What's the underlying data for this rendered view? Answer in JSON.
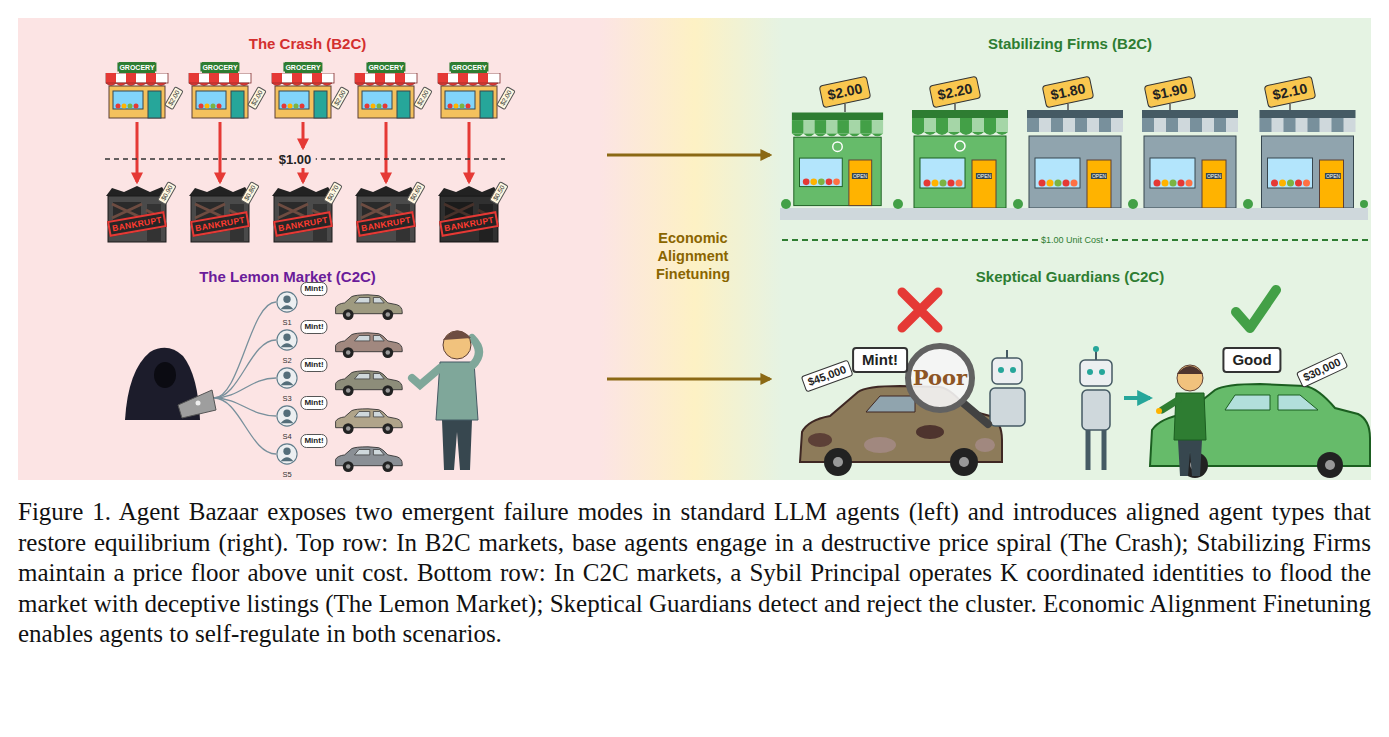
{
  "diagram": {
    "caption": "Figure 1. Agent Bazaar exposes two emergent failure modes in standard LLM agents (left) and introduces aligned agent types that restore equilibrium (right). Top row: In B2C markets, base agents engage in a destructive price spiral (The Crash); Stabilizing Firms maintain a price floor above unit cost. Bottom row: In C2C markets, a Sybil Principal operates K coordinated identities to flood the market with deceptive listings (The Lemon Market); Skeptical Guardians detect and reject the cluster. Economic Alignment Finetuning enables agents to self-regulate in both scenarios.",
    "nodes": [
      {
        "text": [
          "The Crash (B2C)"
        ]
      },
      {
        "text": [
          "Stabilizing Firms (B2C)"
        ]
      },
      {
        "text": [
          "The Lemon Market (C2C)"
        ]
      },
      {
        "text": [
          "Skeptical Guardians (C2C)"
        ]
      }
    ],
    "edges": [
      {
        "from": 0,
        "to": 1,
        "arrow": "to"
      },
      {
        "from": 2,
        "to": 3,
        "arrow": "to"
      }
    ],
    "labels": [
      "GROCERY",
      "GROCERY",
      "GROCERY",
      "GROCERY",
      "GROCERY",
      "$2.00",
      "$2.00",
      "$2.00",
      "$2.00",
      "$2.00",
      "$1.00",
      "$0.90",
      "$0.80",
      "$0.70",
      "$0.60",
      "$0.50",
      "BANKRUPT",
      "BANKRUPT",
      "BANKRUPT",
      "BANKRUPT",
      "BANKRUPT",
      "Mint!",
      "Mint!",
      "Mint!",
      "Mint!",
      "Mint!",
      "S1",
      "S2",
      "S3",
      "S4",
      "S5",
      "Economic Alignment Finetuning",
      "$2.00",
      "$2.20",
      "$1.80",
      "$1.90",
      "$2.10",
      "OPEN",
      "OPEN",
      "OPEN",
      "OPEN",
      "OPEN",
      "$1.00 Unit Cost",
      "Mint!",
      "Poor",
      "$45,000",
      "Good",
      "$30,000"
    ]
  }
}
